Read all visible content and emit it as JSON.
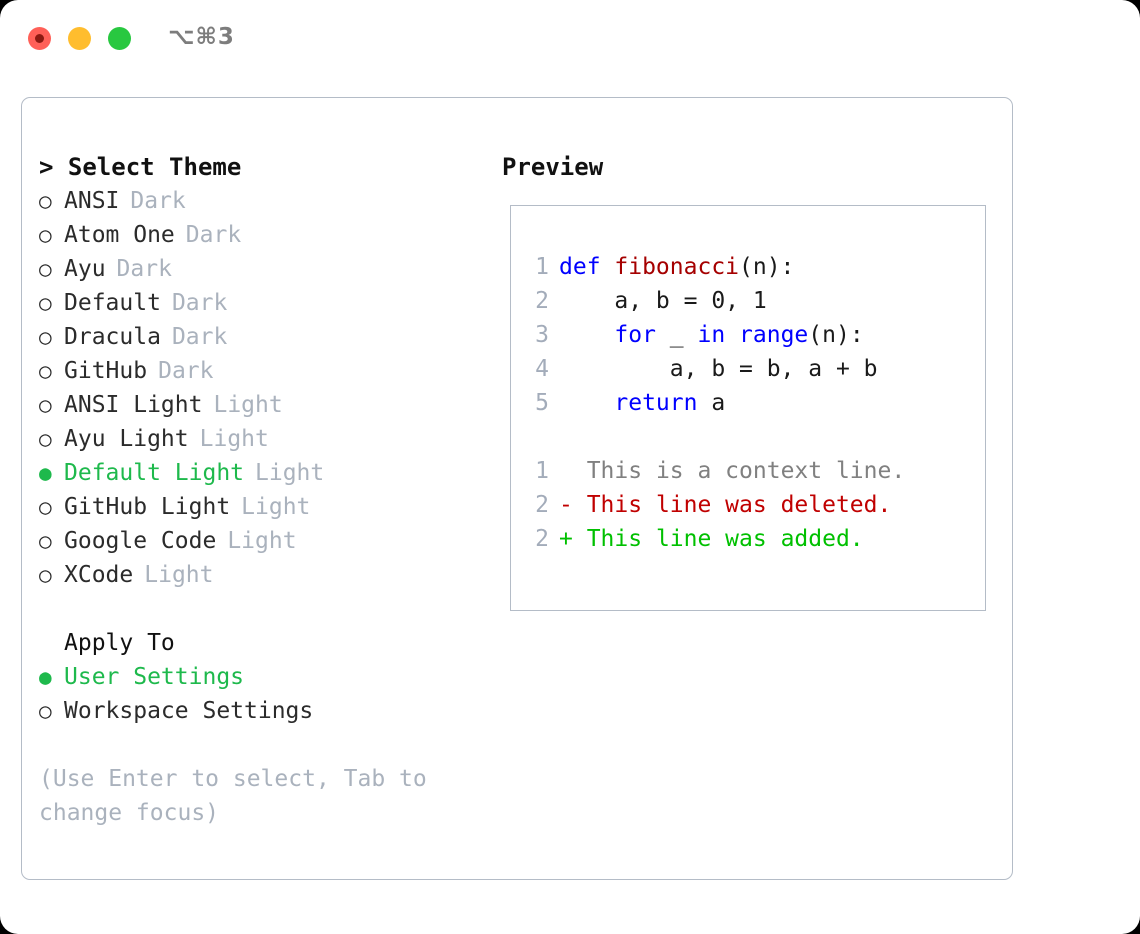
{
  "titlebar": {
    "title": "⌥⌘3",
    "buttons": [
      {
        "name": "close",
        "color": "#ff6058"
      },
      {
        "name": "minimize",
        "color": "#ffbd2e"
      },
      {
        "name": "maximize",
        "color": "#28c840"
      }
    ]
  },
  "theme_panel": {
    "header": "> Select Theme",
    "focused": true,
    "markers": {
      "selected": "●",
      "unselected": "○"
    },
    "items": [
      {
        "name": "ANSI",
        "variant": "Dark",
        "selected": false
      },
      {
        "name": "Atom One",
        "variant": "Dark",
        "selected": false
      },
      {
        "name": "Ayu",
        "variant": "Dark",
        "selected": false
      },
      {
        "name": "Default",
        "variant": "Dark",
        "selected": false
      },
      {
        "name": "Dracula",
        "variant": "Dark",
        "selected": false
      },
      {
        "name": "GitHub",
        "variant": "Dark",
        "selected": false
      },
      {
        "name": "ANSI Light",
        "variant": "Light",
        "selected": false
      },
      {
        "name": "Ayu Light",
        "variant": "Light",
        "selected": false
      },
      {
        "name": "Default Light",
        "variant": "Light",
        "selected": true
      },
      {
        "name": "GitHub Light",
        "variant": "Light",
        "selected": false
      },
      {
        "name": "Google Code",
        "variant": "Light",
        "selected": false
      },
      {
        "name": "XCode",
        "variant": "Light",
        "selected": false
      }
    ]
  },
  "apply_to": {
    "header": "Apply To",
    "items": [
      {
        "name": "User Settings",
        "selected": true
      },
      {
        "name": "Workspace Settings",
        "selected": false
      }
    ]
  },
  "hint": "(Use Enter to select, Tab to change focus)",
  "preview": {
    "title": "Preview",
    "code_lines": [
      {
        "lineno": "1",
        "tokens": [
          {
            "text": "def ",
            "kind": "kw"
          },
          {
            "text": "fibonacci",
            "kind": "fn"
          },
          {
            "text": "(n):",
            "kind": "plain"
          }
        ]
      },
      {
        "lineno": "2",
        "tokens": [
          {
            "text": "    a, b = 0, 1",
            "kind": "plain"
          }
        ]
      },
      {
        "lineno": "3",
        "tokens": [
          {
            "text": "    ",
            "kind": "plain"
          },
          {
            "text": "for",
            "kind": "kw"
          },
          {
            "text": " _ ",
            "kind": "plain"
          },
          {
            "text": "in",
            "kind": "kw"
          },
          {
            "text": " ",
            "kind": "plain"
          },
          {
            "text": "range",
            "kind": "kw"
          },
          {
            "text": "(n):",
            "kind": "plain"
          }
        ]
      },
      {
        "lineno": "4",
        "tokens": [
          {
            "text": "        a, b = b, a + b",
            "kind": "plain"
          }
        ]
      },
      {
        "lineno": "5",
        "tokens": [
          {
            "text": "    ",
            "kind": "plain"
          },
          {
            "text": "return",
            "kind": "kw"
          },
          {
            "text": " a",
            "kind": "plain"
          }
        ]
      }
    ],
    "diff_lines": [
      {
        "lineno": "1",
        "sign": "  ",
        "text": "This is a context line.",
        "kind": "ctx"
      },
      {
        "lineno": "2",
        "sign": "- ",
        "text": "This line was deleted.",
        "kind": "del"
      },
      {
        "lineno": "2",
        "sign": "+ ",
        "text": "This line was added.",
        "kind": "add"
      }
    ]
  },
  "colors": {
    "accent_green": "#1eb94c",
    "muted": "#aab2bd",
    "keyword": "#0000ff",
    "function": "#a50000",
    "diff_add": "#00c000",
    "diff_del": "#c00000",
    "border": "#b4bcc7"
  }
}
